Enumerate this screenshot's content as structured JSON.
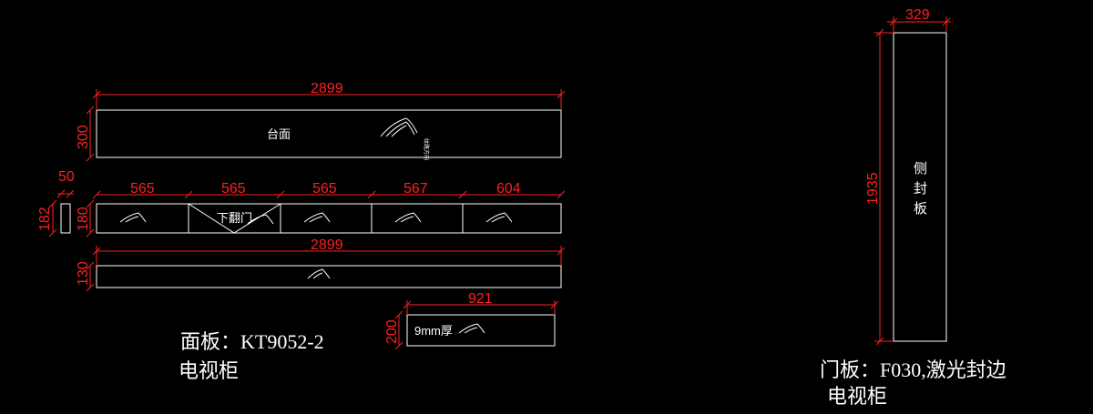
{
  "colors": {
    "dimension": "#ff2020",
    "outline": "#ffffff",
    "background": "#000000"
  },
  "dims": {
    "top_width": "2899",
    "top_height": "300",
    "small_width": "50",
    "small_height": "182",
    "drawer_height": "180",
    "d1": "565",
    "d2": "565",
    "d3": "565",
    "d4": "567",
    "d5": "604",
    "bottom_width": "2899",
    "bottom_height": "130",
    "back_width": "921",
    "back_height": "200",
    "side_width": "329",
    "side_height": "1935"
  },
  "labels": {
    "countertop": "台面",
    "flap_door": "下翻门",
    "thickness": "9mm厚",
    "side_panel": "侧封板",
    "grain": "纹路方向"
  },
  "notes": {
    "left_line1": "面板：KT9052-2",
    "left_line2": "电视柜",
    "right_line1": "门板：F030,激光封边",
    "right_line2": "电视柜"
  }
}
